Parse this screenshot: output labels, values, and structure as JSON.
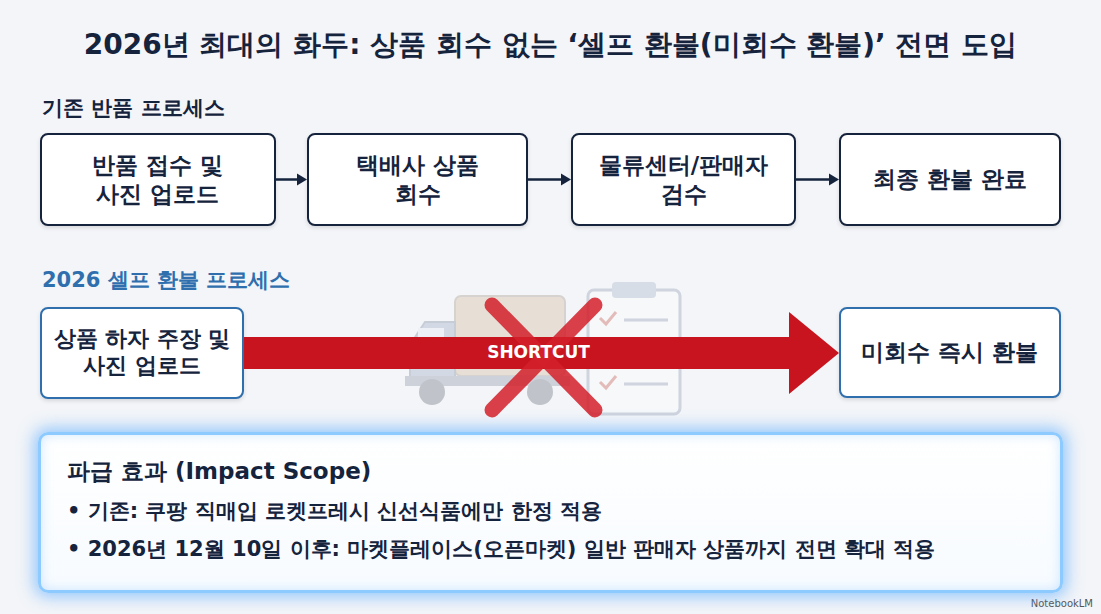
{
  "diagram": {
    "title": "2026년 최대의 화두: 상품 회수 없는 ‘셀프 환불(미회수 환불)’ 전면 도입",
    "nodes": [
      {
        "text": [
          "반품 접수 및 사진 업로드"
        ]
      },
      {
        "text": [
          "택배사 상품 회수"
        ]
      },
      {
        "text": [
          "물류센터/판매자 검수"
        ]
      },
      {
        "text": [
          "최종 환불 완료"
        ]
      },
      {
        "text": [
          "상품 하자 주장 및 사진 업로드"
        ]
      },
      {
        "text": [
          "미회수 즉시 환불"
        ]
      },
      {
        "text": [
          "파급 효과 (Impact Scope)",
          "• 기존: 쿠팡 직매입 로켓프레시 신선식품에만 한정 적용",
          "• 2026년 12월 10일 이후: 마켓플레이스(오픈마켓) 일반 판매자 상품까지 전면 확대 적용"
        ]
      }
    ],
    "edges": [
      {
        "from": 0,
        "to": 1,
        "arrow": "to"
      },
      {
        "from": 1,
        "to": 2,
        "arrow": "to"
      },
      {
        "from": 2,
        "to": 3,
        "arrow": "to"
      },
      {
        "from": 4,
        "to": 5,
        "label": "SHORTCUT",
        "arrow": "to"
      }
    ],
    "labels": [
      "기존 반품 프로세스",
      "2026 셀프 환불 프로세스",
      "NotebookLM"
    ]
  }
}
